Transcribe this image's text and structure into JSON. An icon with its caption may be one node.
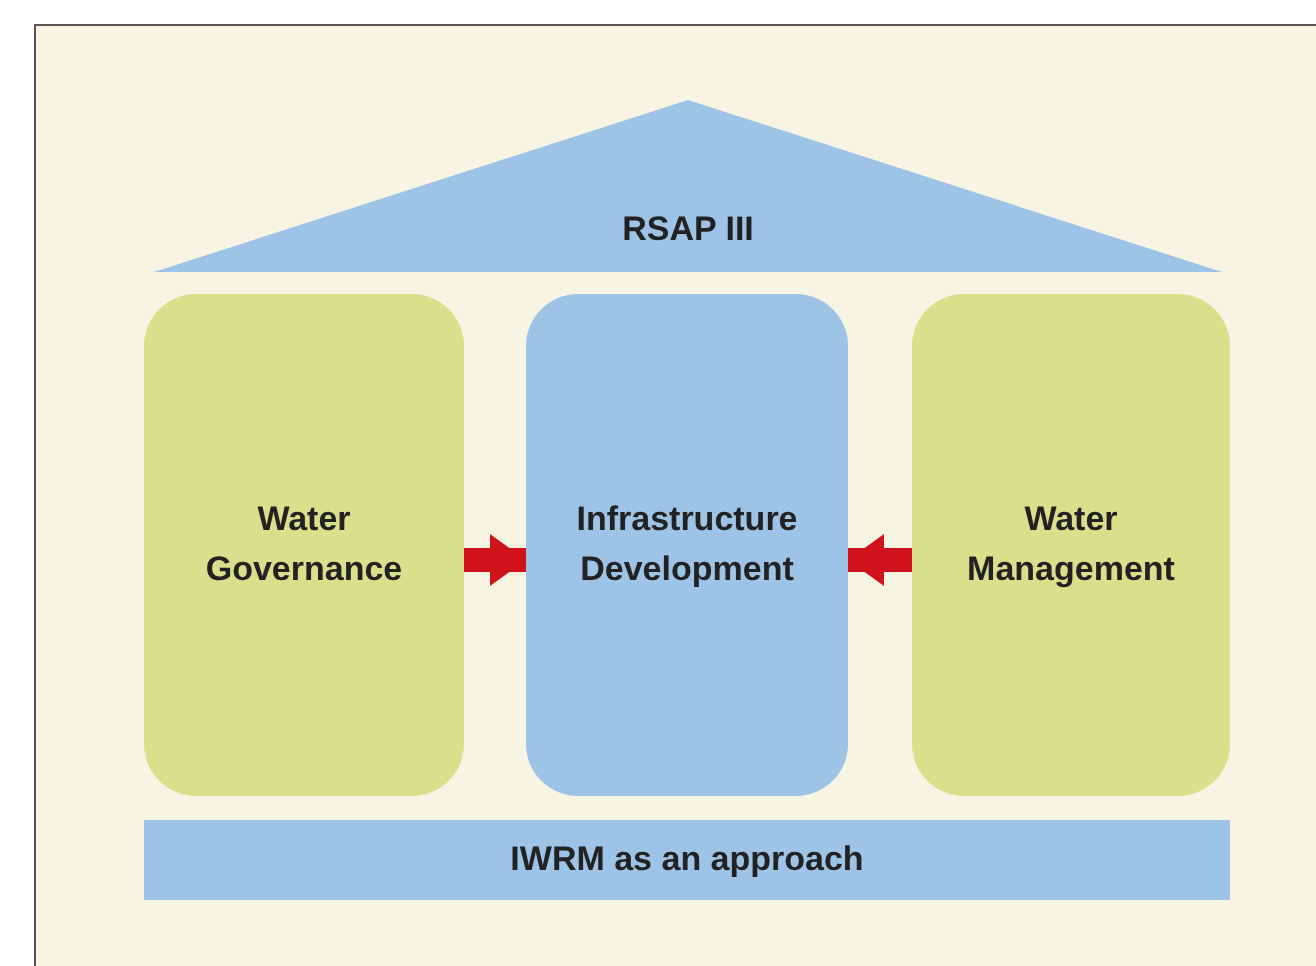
{
  "diagram": {
    "nodes": [
      {
        "text": [
          "RSAP III"
        ]
      },
      {
        "text": [
          "Water Governance"
        ]
      },
      {
        "text": [
          "Infrastructure Development"
        ]
      },
      {
        "text": [
          "Water Management"
        ]
      },
      {
        "text": [
          "IWRM as an approach"
        ]
      }
    ],
    "edges": [
      {
        "from": 1,
        "to": 2,
        "arrow": "to"
      },
      {
        "from": 3,
        "to": 2,
        "arrow": "to"
      }
    ]
  }
}
